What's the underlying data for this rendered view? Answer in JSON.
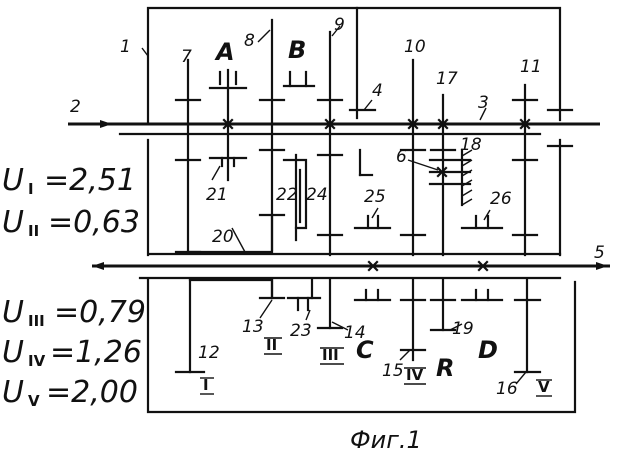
{
  "figure": {
    "caption": "Фиг.1",
    "ratios": [
      {
        "var": "U",
        "sub": "I",
        "value": "=2,51"
      },
      {
        "var": "U",
        "sub": "II",
        "value": "=0,63"
      },
      {
        "var": "U",
        "sub": "III",
        "value": "=0,79"
      },
      {
        "var": "U",
        "sub": "IV",
        "value": "=1,26"
      },
      {
        "var": "U",
        "sub": "V",
        "value": "=2,00"
      }
    ],
    "part_numbers": [
      "1",
      "2",
      "3",
      "4",
      "5",
      "6",
      "7",
      "8",
      "9",
      "10",
      "11",
      "12",
      "13",
      "14",
      "15",
      "16",
      "17",
      "18",
      "19",
      "20",
      "21",
      "22",
      "23",
      "24",
      "25",
      "26"
    ],
    "clutch_labels": [
      "A",
      "B",
      "C",
      "D",
      "R"
    ],
    "gear_labels": [
      "I",
      "II",
      "III",
      "IV",
      "V"
    ]
  }
}
